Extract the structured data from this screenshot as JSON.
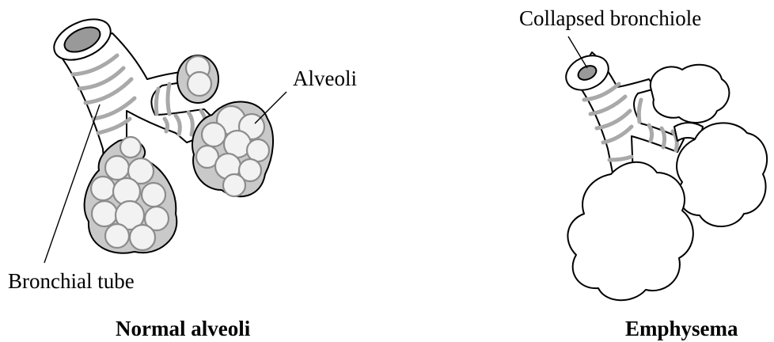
{
  "labels": {
    "alveoli": "Alveoli",
    "bronchial_tube": "Bronchial tube",
    "collapsed_bronchiole": "Collapsed bronchiole"
  },
  "captions": {
    "normal": "Normal alveoli",
    "emphysema": "Emphysema"
  },
  "colors": {
    "outline": "#000000",
    "ring_stripes": "#a9a9a9",
    "lumen": "#999999",
    "alveolus_fill": "#f2f2f2",
    "alveolus_shadow": "#c9c9c9"
  }
}
